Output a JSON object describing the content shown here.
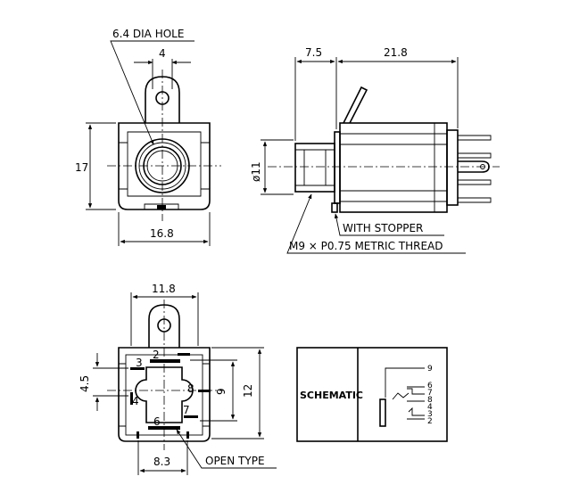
{
  "front_view": {
    "hole_callout": "6.4 DIA HOLE",
    "dim_top": "4",
    "dim_height": "17",
    "dim_width": "16.8"
  },
  "side_view": {
    "dim_left": "7.5",
    "dim_right": "21.8",
    "dim_diameter": "ø11",
    "callout_stopper": "WITH STOPPER",
    "callout_thread": "M9 × P0.75 METRIC THREAD"
  },
  "bottom_view": {
    "dim_top": "11.8",
    "dim_left": "4.5",
    "dim_inner_height": "9",
    "dim_outer_height": "12",
    "dim_bottom": "8.3",
    "callout_open": "OPEN TYPE",
    "pins": [
      "2",
      "3",
      "4",
      "6",
      "7",
      "8"
    ]
  },
  "schematic": {
    "label": "SCHEMATIC",
    "pins": [
      "9",
      "6",
      "7",
      "8",
      "4",
      "3",
      "2"
    ]
  }
}
